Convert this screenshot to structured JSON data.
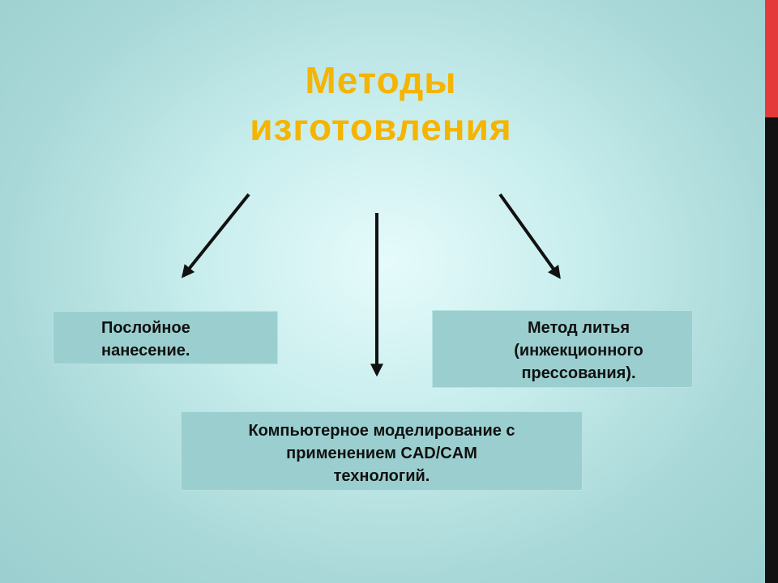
{
  "title": {
    "line1": "Методы",
    "line2": "изготовления",
    "color": "#f5b400"
  },
  "boxes": {
    "left": {
      "line1": "Послойное",
      "line2": "нанесение."
    },
    "right": {
      "line1": "Метод литья",
      "line2": "(инжекционного",
      "line3": "прессования)."
    },
    "bottom": {
      "line1": "Компьютерное моделирование с",
      "line2": "применением CAD/CAM",
      "line3": "технологий."
    }
  },
  "colors": {
    "box": "#9bcfcf",
    "arrow": "#111111",
    "accent_bar_top": "#e43a3a",
    "accent_bar_bottom": "#111111"
  }
}
